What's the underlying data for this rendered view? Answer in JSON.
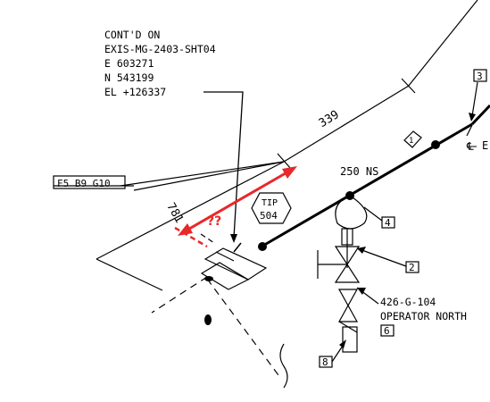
{
  "colors": {
    "background": "#ffffff",
    "ink": "#000000",
    "markup": "#e8282a"
  },
  "note": {
    "line1": "CONT'D ON",
    "line2": "EXIS-MG-2403-SHT04",
    "line3": "E 603271",
    "line4": "N 543199",
    "line5": "EL +126337"
  },
  "dimensions": {
    "d339": "339",
    "d781": "781"
  },
  "pipe_label": "250 NS",
  "grid_ref": "F5 B9 G10",
  "tip_label": {
    "line1": "TIP",
    "line2": "504"
  },
  "markup_question": "??",
  "valve_tag": {
    "line1": "426-G-104",
    "line2": "OPERATOR NORTH"
  },
  "callouts": {
    "c2": "2",
    "c3": "3",
    "c4": "4",
    "c6": "6",
    "c8": "8"
  },
  "weld_symbol": "1",
  "centerline_symbol": "E"
}
